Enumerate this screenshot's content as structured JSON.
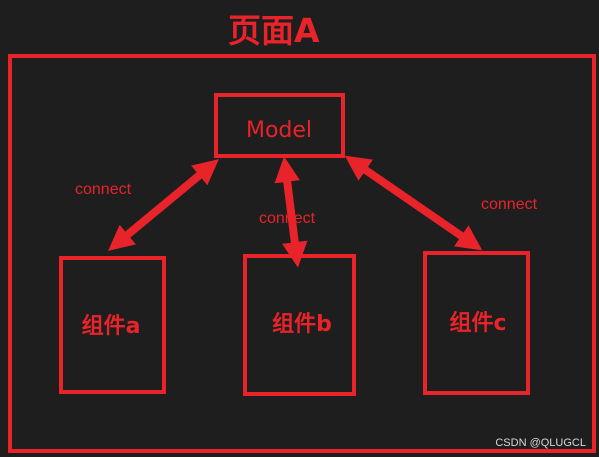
{
  "page_title": "页面A",
  "model_label": "Model",
  "components": [
    {
      "label": "组件a"
    },
    {
      "label": "组件b"
    },
    {
      "label": "组件c"
    }
  ],
  "connections": [
    {
      "label": "connect"
    },
    {
      "label": "connect"
    },
    {
      "label": "connect"
    }
  ],
  "watermark": "CSDN @QLUGCL",
  "colors": {
    "background": "#1e1e1e",
    "accent": "#e8232a",
    "watermark": "#d8d8d8"
  }
}
